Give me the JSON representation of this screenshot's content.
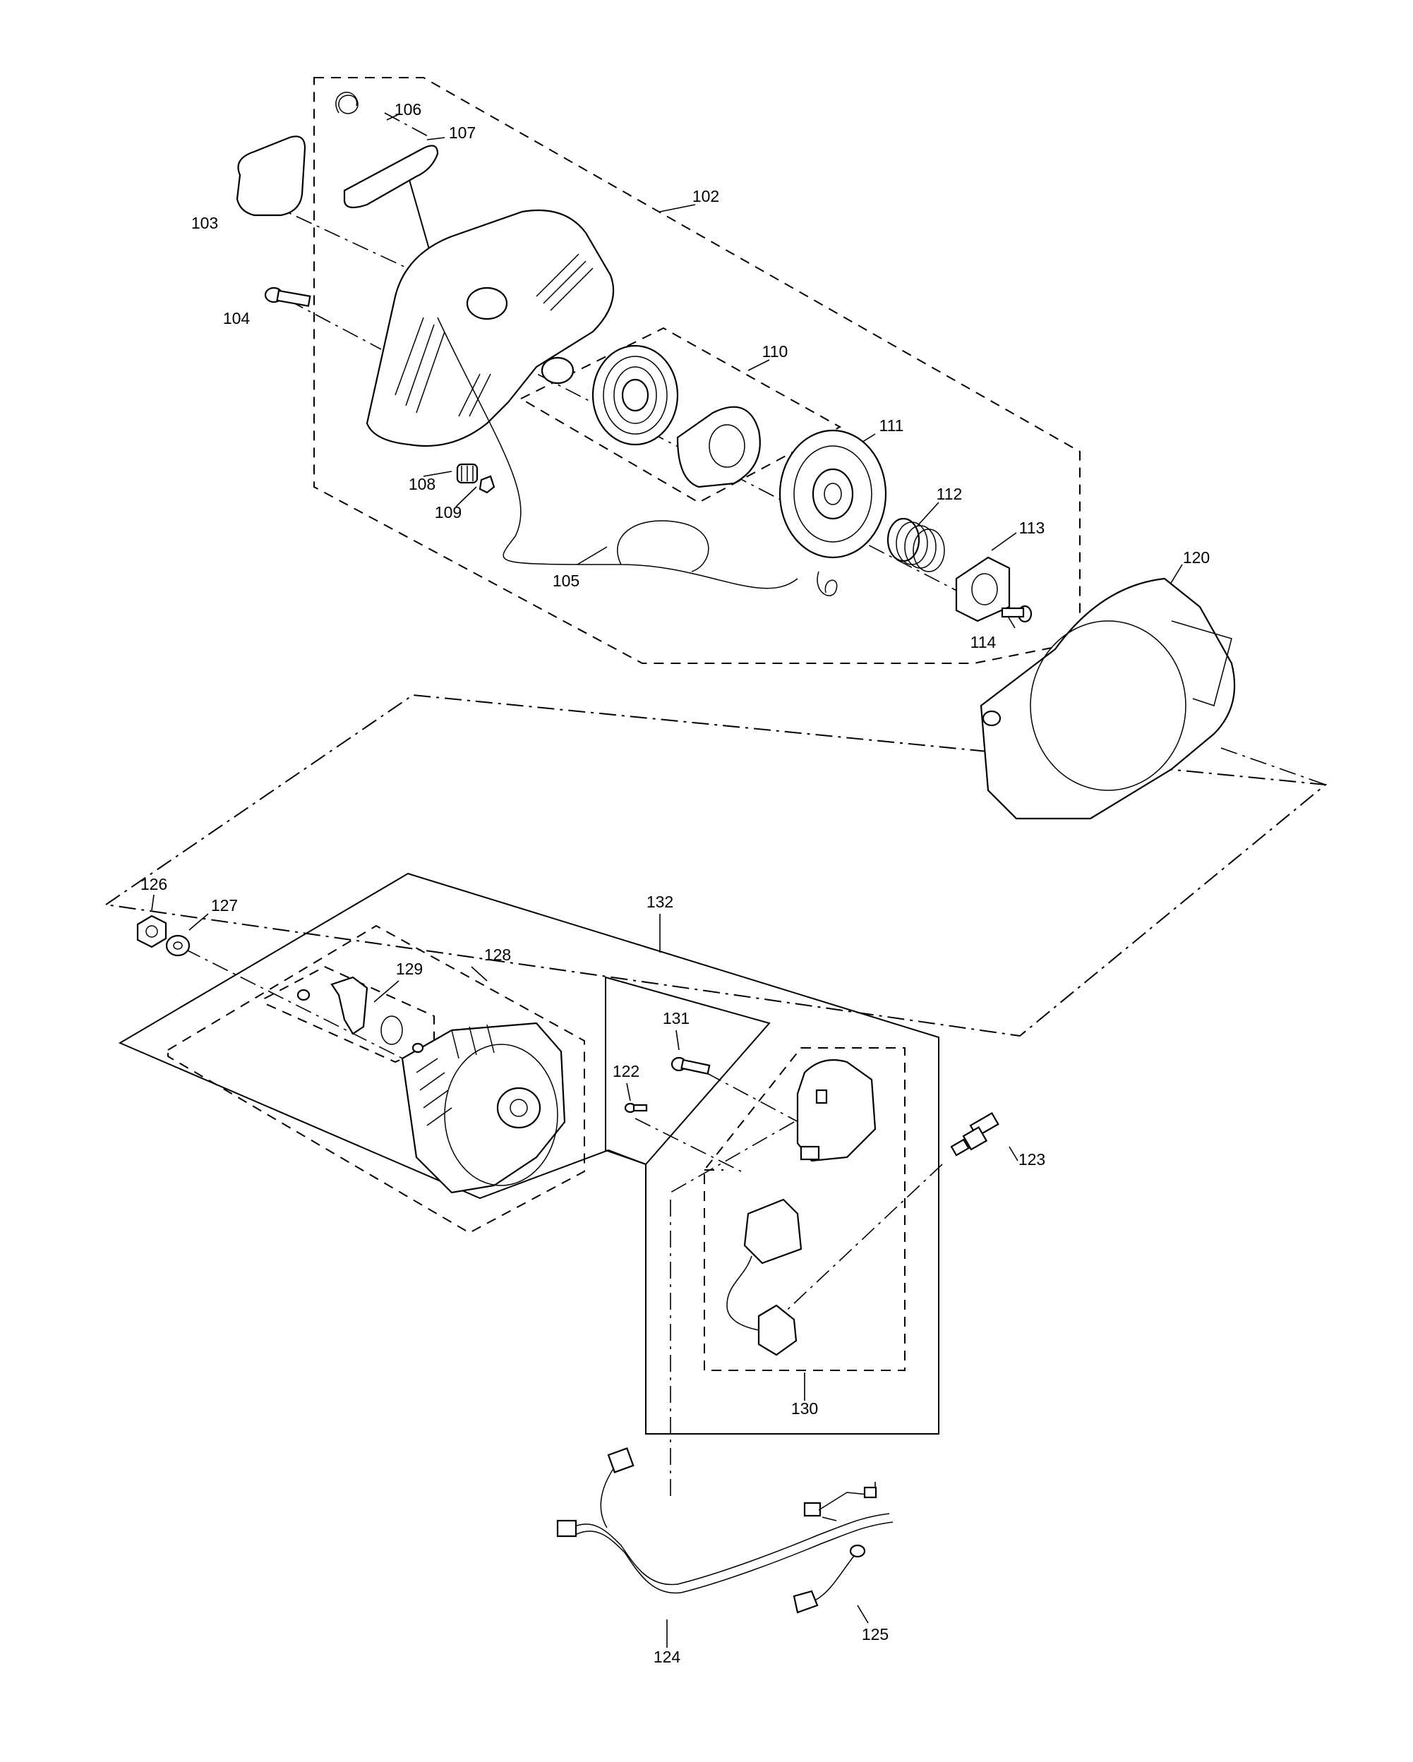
{
  "diagram": {
    "callouts": {
      "c102": "102",
      "c103": "103",
      "c104": "104",
      "c105": "105",
      "c106": "106",
      "c107": "107",
      "c108": "108",
      "c109": "109",
      "c110": "110",
      "c111": "111",
      "c112": "112",
      "c113": "113",
      "c114": "114",
      "c120": "120",
      "c122": "122",
      "c123": "123",
      "c124": "124",
      "c125": "125",
      "c126": "126",
      "c127": "127",
      "c128": "128",
      "c129": "129",
      "c130": "130",
      "c131": "131",
      "c132": "132"
    }
  }
}
